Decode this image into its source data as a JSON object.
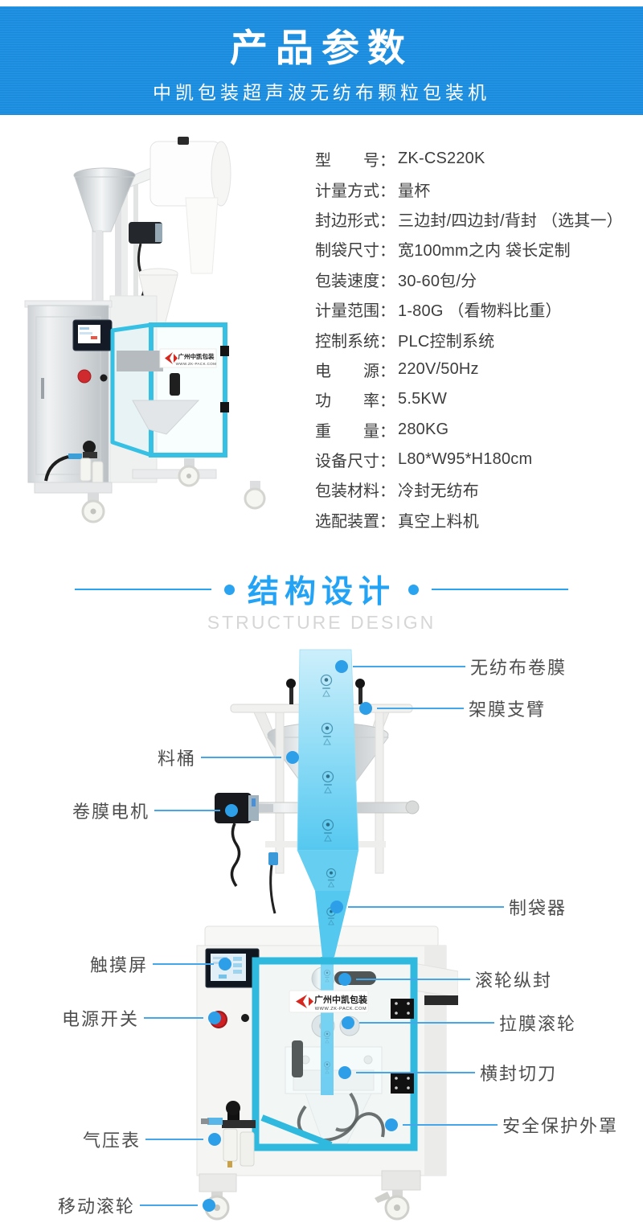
{
  "header": {
    "title": "产品参数",
    "subtitle": "中凯包装超声波无纺布颗粒包装机"
  },
  "specs": {
    "rows": [
      {
        "label": "型　　号：",
        "value": "ZK-CS220K"
      },
      {
        "label": "计量方式：",
        "value": "量杯"
      },
      {
        "label": "封边形式：",
        "value": "三边封/四边封/背封 （选其一）"
      },
      {
        "label": "制袋尺寸：",
        "value": "宽100mm之内 袋长定制"
      },
      {
        "label": "包装速度：",
        "value": "30-60包/分"
      },
      {
        "label": "计量范围：",
        "value": "1-80G （看物料比重）"
      },
      {
        "label": "控制系统：",
        "value": "PLC控制系统"
      },
      {
        "label": "电　　源：",
        "value": "220V/50Hz"
      },
      {
        "label": "功　　率：",
        "value": "5.5KW"
      },
      {
        "label": "重　　量：",
        "value": "280KG"
      },
      {
        "label": "设备尺寸：",
        "value": "L80*W95*H180cm"
      },
      {
        "label": "包装材料：",
        "value": "冷封无纺布"
      },
      {
        "label": "选配装置：",
        "value": "真空上料机"
      }
    ]
  },
  "structure": {
    "title": "结构设计",
    "subtitle": "STRUCTURE DESIGN",
    "labels": [
      {
        "text": "无纺布卷膜"
      },
      {
        "text": "架膜支臂"
      },
      {
        "text": "料桶"
      },
      {
        "text": "卷膜电机"
      },
      {
        "text": "制袋器"
      },
      {
        "text": "触摸屏"
      },
      {
        "text": "滚轮纵封"
      },
      {
        "text": "电源开关"
      },
      {
        "text": "拉膜滚轮"
      },
      {
        "text": "横封切刀"
      },
      {
        "text": "气压表"
      },
      {
        "text": "安全保护外罩"
      },
      {
        "text": "移动滚轮"
      }
    ]
  },
  "machine": {
    "brand_name": "广州中凯包装",
    "brand_url": "WWW.ZK-PACK.COM"
  },
  "colors": {
    "header_blue": "#1a8fe2",
    "title_blue": "#22a3f5",
    "film_cyan": "#52c6ef",
    "cover_cyan": "#2fb9de",
    "dot_blue": "#2d9fe9",
    "logo_red": "#d6281e"
  }
}
